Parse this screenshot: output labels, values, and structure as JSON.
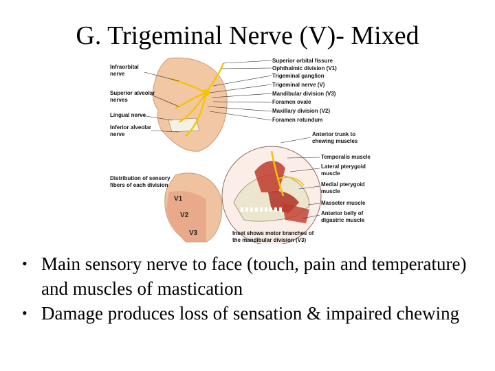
{
  "slide": {
    "title": "G.  Trigeminal Nerve (V)- Mixed"
  },
  "figure": {
    "left_labels": {
      "infraorbital": [
        "Infraorbital",
        "nerve"
      ],
      "superior_alveolar": [
        "Superior alveolar",
        "nerves"
      ],
      "lingual": [
        "Lingual nerve"
      ],
      "inferior_alveolar": [
        "Inferior alveolar",
        "nerve"
      ],
      "distribution": [
        "Distribution of sensory",
        "fibers of each division"
      ]
    },
    "right_labels": {
      "superior_orbital_fissure": "Superior orbital fissure",
      "ophthalmic": "Ophthalmic division (V1)",
      "trigeminal_ganglion": "Trigeminal ganglion",
      "trigeminal_nerve": "Trigeminal nerve (V)",
      "mandibular": "Mandibular division (V3)",
      "foramen_ovale": "Foramen ovale",
      "maxillary": "Maxillary division (V2)",
      "foramen_rotundum": "Foramen rotundum",
      "anterior_trunk": [
        "Anterior trunk to",
        "chewing muscles"
      ],
      "temporalis": "Temporalis muscle",
      "lateral_pterygoid": [
        "Lateral pterygoid",
        "muscle"
      ],
      "medial_pterygoid": [
        "Medial pterygoid",
        "muscle"
      ],
      "masseter": "Masseter muscle",
      "digastric": [
        "Anterior belly of",
        "digastric muscle"
      ]
    },
    "division_marks": [
      "V1",
      "V2",
      "V3"
    ],
    "inset_caption": [
      "Inset shows motor branches of",
      "the mandibular division (V3)"
    ]
  },
  "bullets": [
    "Main sensory nerve to face (touch, pain and temperature) and muscles of mastication",
    "Damage produces loss of sensation & impaired chewing"
  ],
  "colors": {
    "skin": "#f2c7a4",
    "nerve": "#f5c400",
    "muscle": "#c0392b",
    "bone": "#ece6cf"
  }
}
